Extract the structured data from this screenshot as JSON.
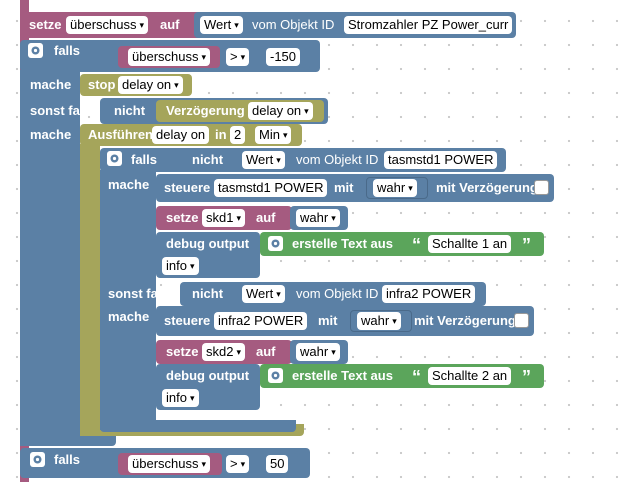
{
  "set_block": {
    "keyword": "setze",
    "var": "überschuss",
    "to": "auf",
    "source": "Wert",
    "object_label": "vom Objekt ID",
    "object_id": "Stromzahler PZ  Power_curr"
  },
  "if_block1": {
    "keyword": "falls",
    "var": "überschuss",
    "op": ">",
    "value": "-150"
  },
  "mache1": "mache",
  "stop_block": {
    "label": "stop",
    "var": "delay on"
  },
  "sonst_falls1": "sonst falls",
  "nicht1": {
    "label": "nicht",
    "var": "Verzögerung",
    "state": "delay on"
  },
  "mache2": "mache",
  "ausfuehren": {
    "label": "Ausführen",
    "var": "delay on",
    "in_label": "in",
    "value": "2",
    "unit": "Min"
  },
  "inner_if": {
    "falls": "falls",
    "nicht": "nicht",
    "source": "Wert",
    "object_label": "vom Objekt ID",
    "object_id": "tasmstd1 POWER",
    "mache": "mache",
    "control": {
      "label": "steuere",
      "device": "tasmstd1 POWER",
      "mit": "mit",
      "value": "wahr",
      "delay_label": "mit Verzögerung"
    },
    "setze": {
      "label": "setze",
      "var": "skd1",
      "auf": "auf",
      "value": "wahr"
    },
    "debug": {
      "label": "debug output",
      "create": "erstelle Text aus",
      "text": "Schallte 1 an",
      "level": "info"
    },
    "sonst_falls": "sonst falls",
    "nicht2": "nicht",
    "source2": "Wert",
    "object_label2": "vom Objekt ID",
    "object_id2": "infra2 POWER",
    "mache2": "mache",
    "control2": {
      "label": "steuere",
      "device": "infra2 POWER",
      "mit": "mit",
      "value": "wahr",
      "delay_label": "mit Verzögerung"
    },
    "setze2": {
      "label": "setze",
      "var": "skd2",
      "auf": "auf",
      "value": "wahr"
    },
    "debug2": {
      "label": "debug output",
      "create": "erstelle Text aus",
      "text": "Schallte 2 an",
      "level": "info"
    }
  },
  "if_block2": {
    "keyword": "falls",
    "var": "überschuss",
    "op": ">",
    "value": "50"
  },
  "dropdown_arrow": "▾",
  "quote_open": "“",
  "quote_close": "”",
  "colors": {
    "variables": "#a55b80",
    "logic": "#5b80a5",
    "timers": "#a5a55b",
    "text": "#5ba55b"
  }
}
